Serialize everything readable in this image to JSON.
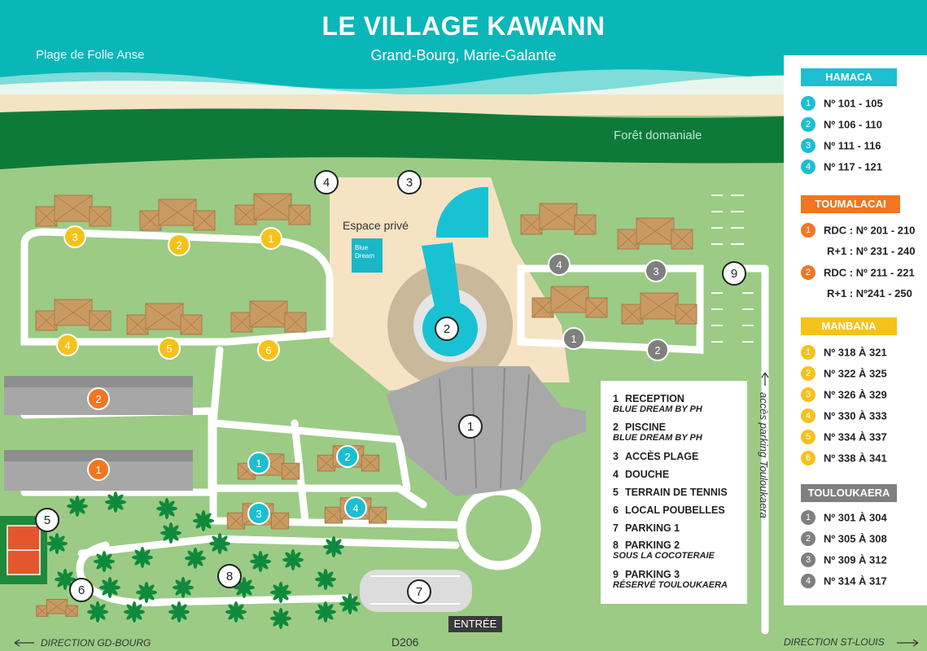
{
  "header": {
    "title": "LE VILLAGE KAWANN",
    "subtitle": "Grand-Bourg, Marie-Galante"
  },
  "map_labels": {
    "beach": "Plage de Folle Anse",
    "forest": "Forêt domaniale",
    "private_space": "Espace privé",
    "brand_logo": "Blue Dream",
    "parking_access": "accès parking Touloukaera",
    "entrance": "ENTRÉE",
    "road": "D206",
    "direction_left": "DIRECTION GD-BOURG",
    "direction_right": "DIRECTION ST-LOUIS"
  },
  "map_markers": {
    "facility": [
      "1",
      "2",
      "3",
      "4",
      "5",
      "6",
      "7",
      "8",
      "9"
    ],
    "hamaca": [
      "1",
      "2",
      "3",
      "4"
    ],
    "toumalacai": [
      "1",
      "2"
    ],
    "manbana": [
      "1",
      "2",
      "3",
      "4",
      "5",
      "6"
    ],
    "touloukaera": [
      "1",
      "2",
      "3",
      "4"
    ]
  },
  "facilities": [
    {
      "num": "1",
      "label": "RECEPTION",
      "sub": "BLUE DREAM BY PH"
    },
    {
      "num": "2",
      "label": "PISCINE",
      "sub": "BLUE DREAM BY PH"
    },
    {
      "num": "3",
      "label": "ACCÈS PLAGE",
      "sub": ""
    },
    {
      "num": "4",
      "label": "DOUCHE",
      "sub": ""
    },
    {
      "num": "5",
      "label": "TERRAIN DE TENNIS",
      "sub": ""
    },
    {
      "num": "6",
      "label": "LOCAL POUBELLES",
      "sub": ""
    },
    {
      "num": "7",
      "label": "PARKING 1",
      "sub": ""
    },
    {
      "num": "8",
      "label": "PARKING 2",
      "sub": "SOUS LA COCOTERAIE"
    },
    {
      "num": "9",
      "label": "PARKING 3",
      "sub": "RÉSERVÉ TOULOUKAERA"
    }
  ],
  "legend": [
    {
      "name": "HAMACA",
      "color": "#1cbfcf",
      "items": [
        {
          "num": "1",
          "text": "Nº 101 - 105"
        },
        {
          "num": "2",
          "text": "Nº 106 - 110"
        },
        {
          "num": "3",
          "text": "Nº 111 - 116"
        },
        {
          "num": "4",
          "text": "Nº 117 - 121"
        }
      ]
    },
    {
      "name": "TOUMALACAI",
      "color": "#f07622",
      "items": [
        {
          "num": "1",
          "text": "RDC : Nº 201 - 210"
        },
        {
          "num": "",
          "text": "R+1 : Nº 231 - 240"
        },
        {
          "num": "2",
          "text": "RDC : Nº 211 - 221"
        },
        {
          "num": "",
          "text": "R+1 : Nº241 - 250"
        }
      ]
    },
    {
      "name": "MANBANA",
      "color": "#f5c21b",
      "items": [
        {
          "num": "1",
          "text": "Nº 318 À 321"
        },
        {
          "num": "2",
          "text": "Nº 322 À 325"
        },
        {
          "num": "3",
          "text": "Nº 326 À 329"
        },
        {
          "num": "4",
          "text": "Nº 330 À 333"
        },
        {
          "num": "5",
          "text": "Nº 334 À 337"
        },
        {
          "num": "6",
          "text": "Nº 338 À 341"
        }
      ]
    },
    {
      "name": "TOULOUKAERA",
      "color": "#7f7f7f",
      "items": [
        {
          "num": "1",
          "text": "Nº 301 À 304"
        },
        {
          "num": "2",
          "text": "Nº 305 À 308"
        },
        {
          "num": "3",
          "text": "Nº 309 À 312"
        },
        {
          "num": "4",
          "text": "Nº 314 À 317"
        }
      ]
    }
  ]
}
